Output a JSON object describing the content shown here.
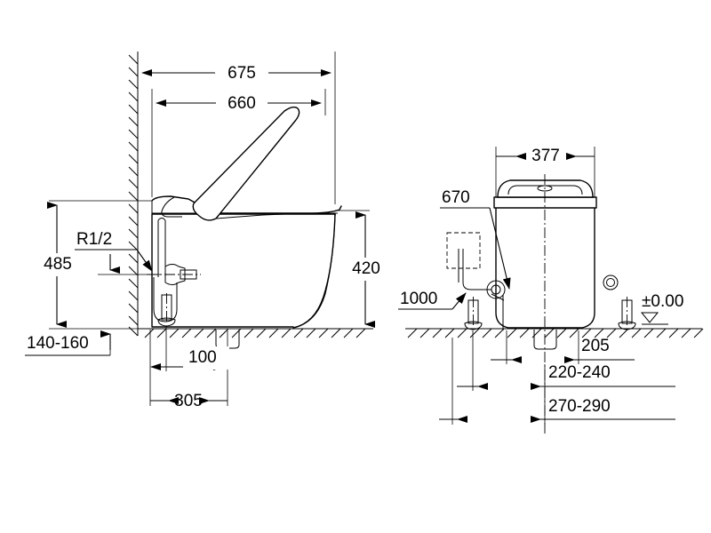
{
  "document": {
    "type": "technical-dimension-drawing",
    "subject": "floor-standing toilet with cistern — side view and front view",
    "units": "mm",
    "background_color": "#ffffff",
    "line_color": "#000000"
  },
  "side_view": {
    "name": "side-elevation",
    "dimensions": {
      "overall_depth": "675",
      "body_depth": "660",
      "seat_height": "420",
      "supply_height": "485",
      "drain_height": "140-160",
      "drain_offset": "100",
      "bolt_offset": "305",
      "connection_thread": "R1/2"
    }
  },
  "front_view": {
    "name": "front-elevation",
    "dimensions": {
      "overall_width": "377",
      "cable_length": "670",
      "power_supply": "1000",
      "bolt_spacing_inner": "205",
      "bolt_spacing_mid": "220-240",
      "bolt_spacing_outer": "270-290",
      "floor_datum": "±0.00"
    }
  },
  "labels": {
    "d675": "675",
    "d660": "660",
    "d420": "420",
    "d485": "485",
    "d140_160": "140-160",
    "d100": "100",
    "d305": "305",
    "r_half": "R1/2",
    "d377": "377",
    "d670": "670",
    "d1000": "1000",
    "d205": "205",
    "d220_240": "220-240",
    "d270_290": "270-290",
    "datum": "±0.00"
  }
}
